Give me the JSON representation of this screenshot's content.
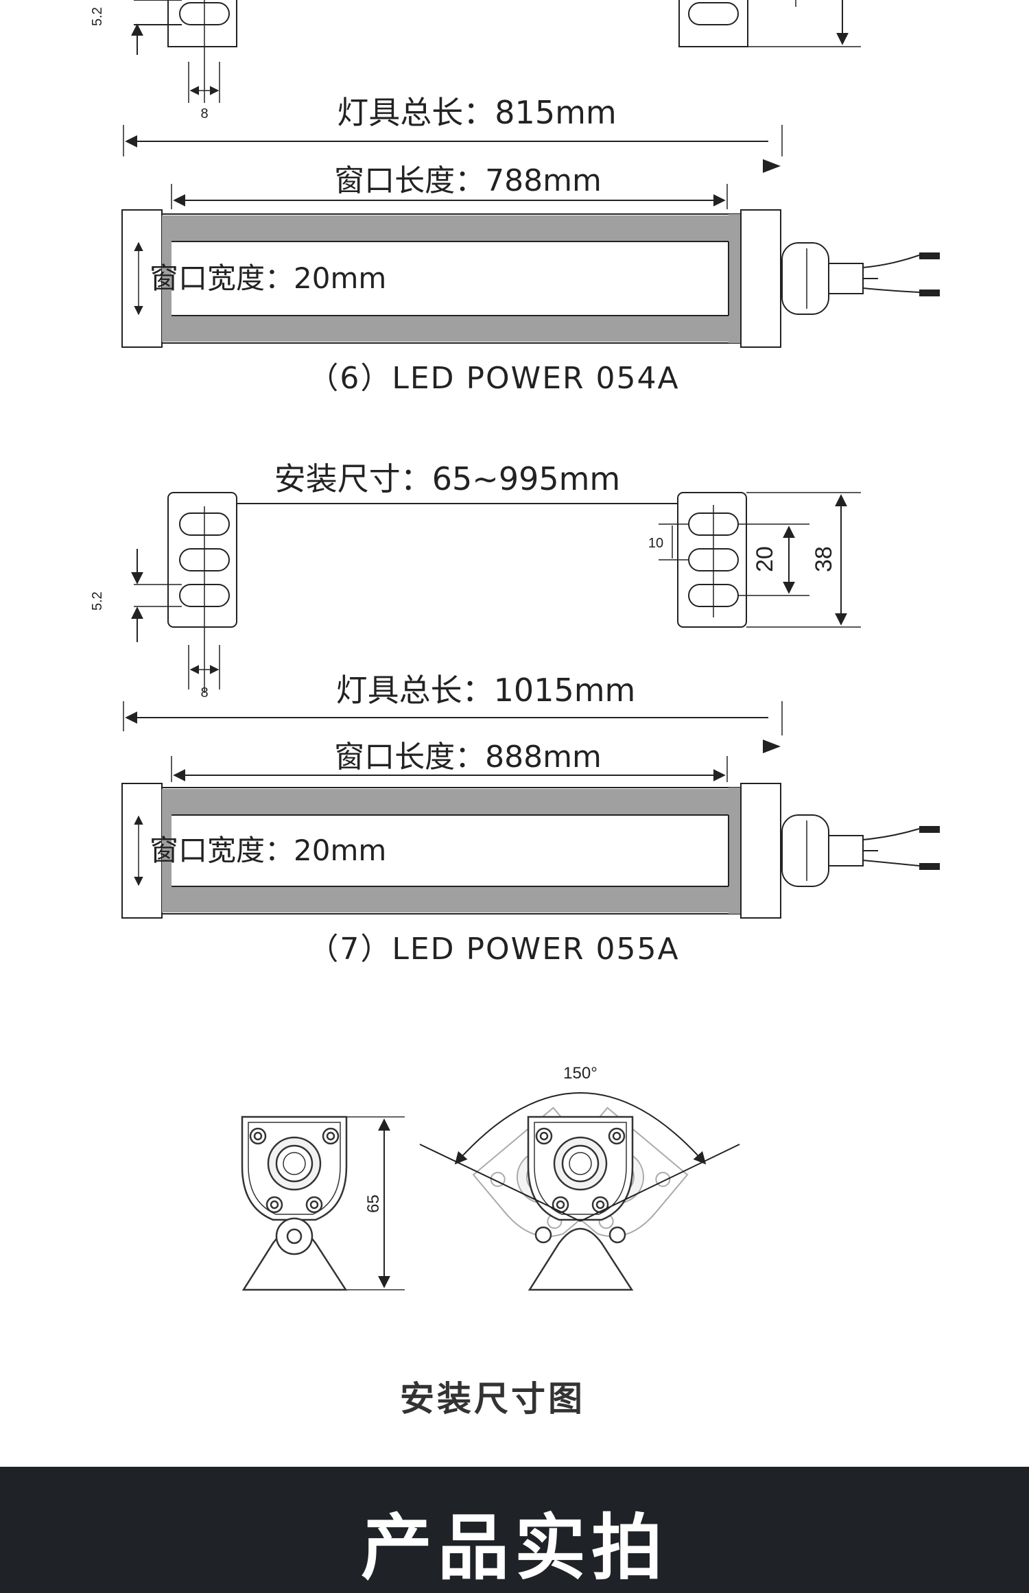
{
  "sections": [
    {
      "model_label": "（6）LED POWER 054A",
      "total_length_label": "灯具总长：815mm",
      "window_length_label": "窗口长度：788mm",
      "window_width_label": "窗口宽度：20mm",
      "slot_pitch_label": "5.2",
      "slot_width_label": "8"
    },
    {
      "model_label": "（7）LED POWER 055A",
      "install_size_label": "安装尺寸：65~995mm",
      "total_length_label": "灯具总长：1015mm",
      "window_length_label": "窗口长度：888mm",
      "window_width_label": "窗口宽度：20mm",
      "slot_pitch_label": "5.2",
      "slot_width_label": "8",
      "dim_10": "10",
      "dim_20": "20",
      "dim_38": "38"
    }
  ],
  "mount": {
    "angle_label": "150°",
    "height_label": "65",
    "caption": "安装尺寸图"
  },
  "footer": {
    "title": "产品实拍"
  },
  "colors": {
    "line": "#222222",
    "window_band": "#a0a0a0",
    "tube_fill": "#ffffff",
    "footer_bg": "#1f2327"
  }
}
